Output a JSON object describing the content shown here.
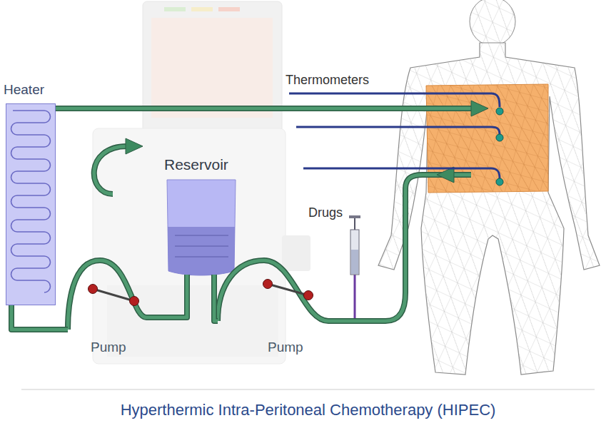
{
  "diagram": {
    "caption": "Hyperthermic Intra-Peritoneal Chemotherapy (HIPEC)",
    "nodes": [
      {
        "text": [
          "Heater"
        ]
      },
      {
        "text": [
          "Pump"
        ]
      },
      {
        "text": [
          "Reservoir"
        ]
      },
      {
        "text": [
          "Pump"
        ]
      }
    ],
    "edges": [
      {
        "from": 0,
        "to": 1,
        "arrow": "none"
      },
      {
        "from": 1,
        "to": 2,
        "arrow": "none"
      },
      {
        "from": 2,
        "to": 3,
        "arrow": "none"
      }
    ],
    "labels": [
      "Thermometers",
      "Drugs"
    ]
  }
}
